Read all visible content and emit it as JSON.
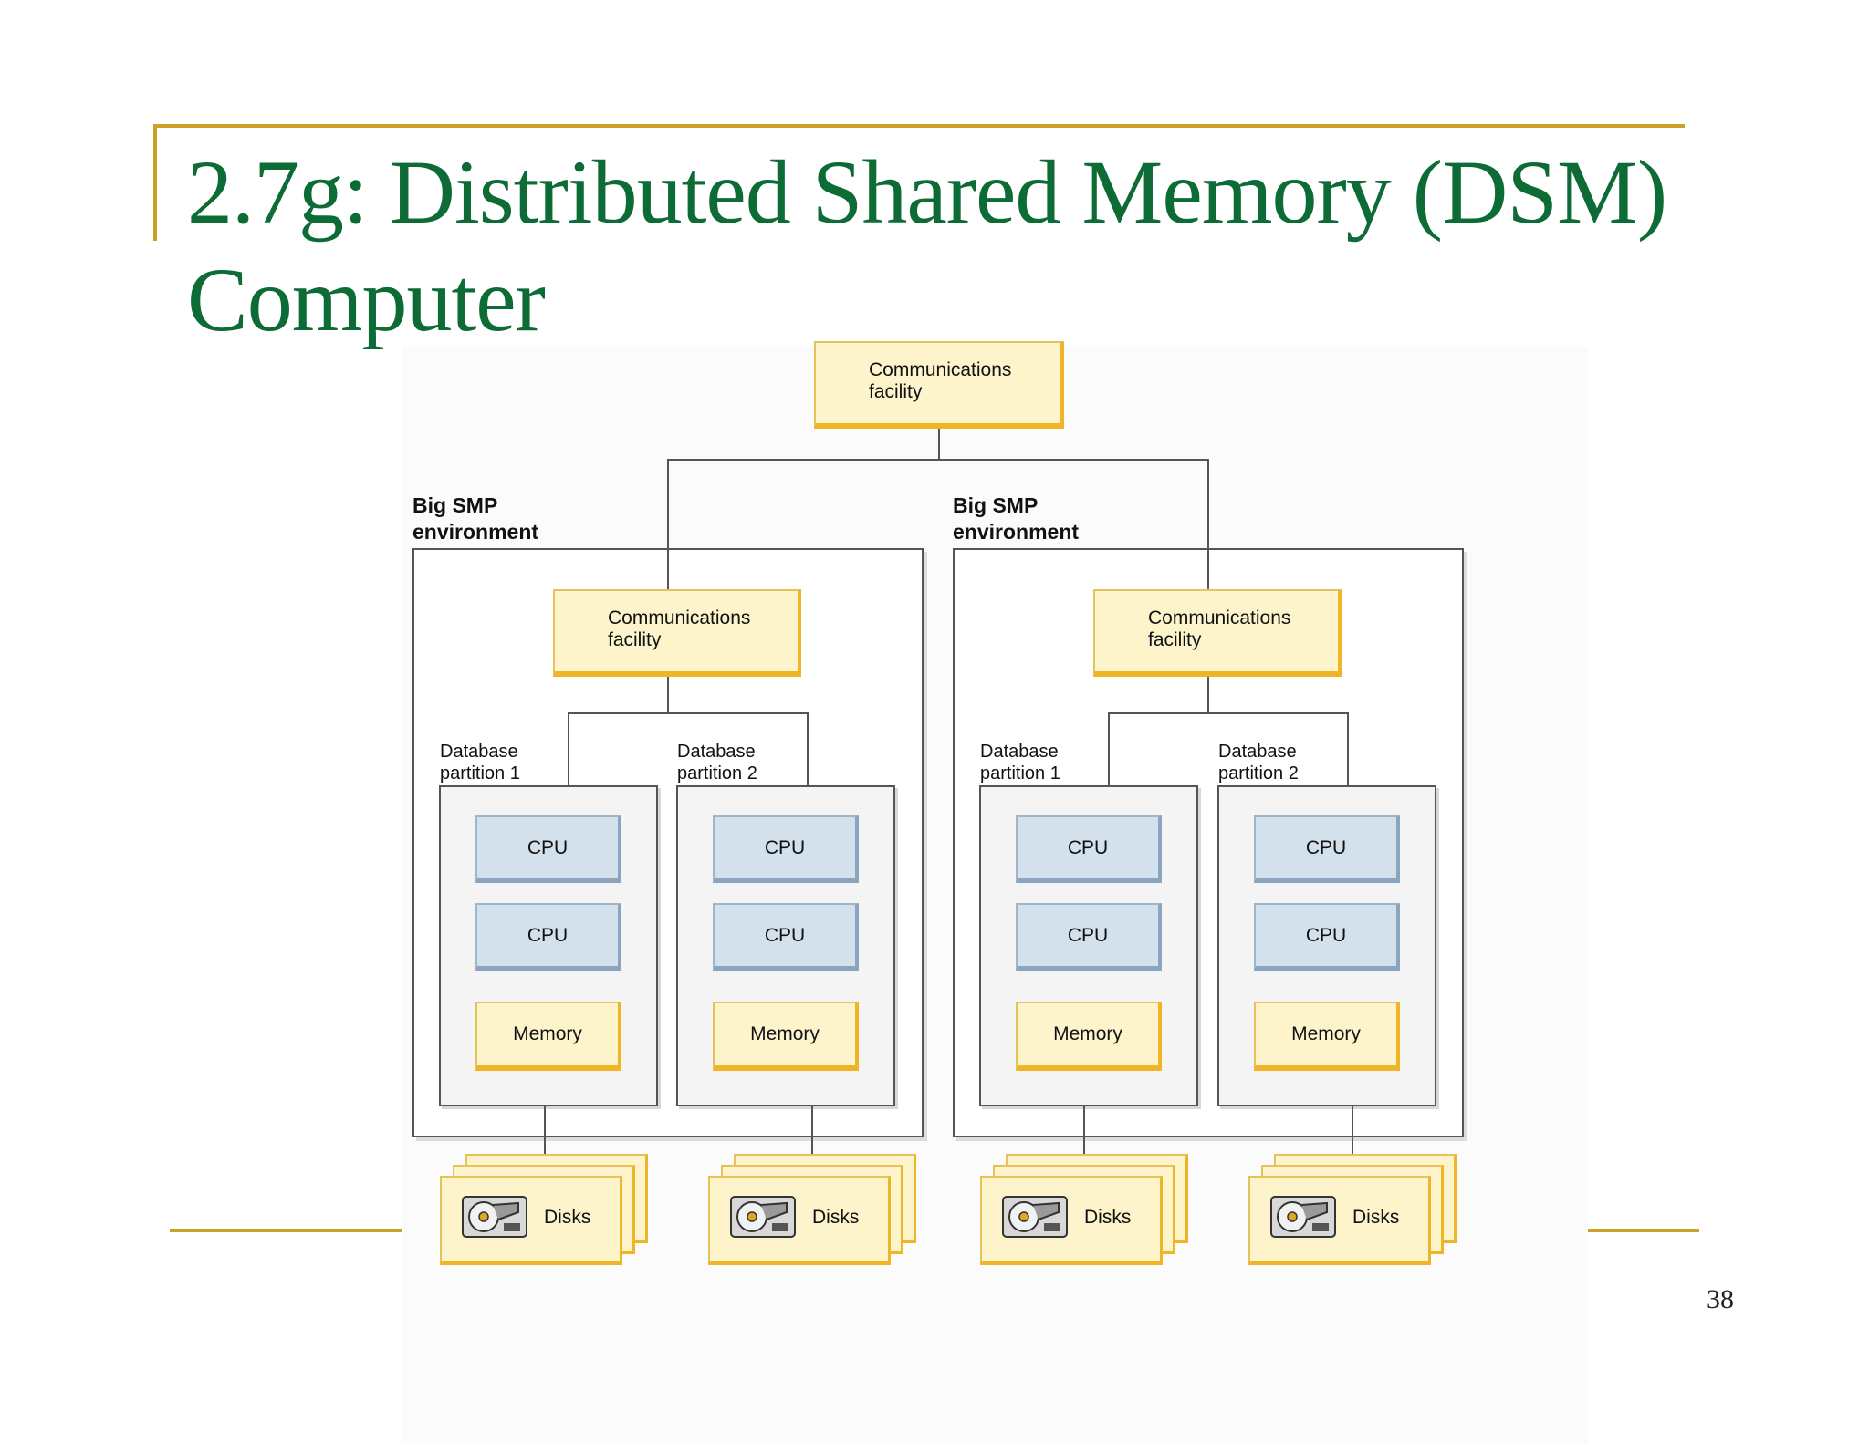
{
  "slide": {
    "title": "2.7g: Distributed Shared Memory (DSM) Computer",
    "page_number": "38",
    "colors": {
      "title": "#0d6b35",
      "accent_rule": "#c9a227",
      "yellow_box": "#fdf4cc",
      "cpu_box": "#d3e1ec"
    }
  },
  "diagram": {
    "top_comm": {
      "line1": "Communications",
      "line2": "facility"
    },
    "environments": [
      {
        "label_line1": "Big SMP",
        "label_line2": "environment",
        "comm": {
          "line1": "Communications",
          "line2": "facility"
        },
        "partitions": [
          {
            "label_line1": "Database",
            "label_line2": "partition 1",
            "cpu1": "CPU",
            "cpu2": "CPU",
            "memory": "Memory",
            "disks": "Disks"
          },
          {
            "label_line1": "Database",
            "label_line2": "partition 2",
            "cpu1": "CPU",
            "cpu2": "CPU",
            "memory": "Memory",
            "disks": "Disks"
          }
        ]
      },
      {
        "label_line1": "Big SMP",
        "label_line2": "environment",
        "comm": {
          "line1": "Communications",
          "line2": "facility"
        },
        "partitions": [
          {
            "label_line1": "Database",
            "label_line2": "partition 1",
            "cpu1": "CPU",
            "cpu2": "CPU",
            "memory": "Memory",
            "disks": "Disks"
          },
          {
            "label_line1": "Database",
            "label_line2": "partition 2",
            "cpu1": "CPU",
            "cpu2": "CPU",
            "memory": "Memory",
            "disks": "Disks"
          }
        ]
      }
    ]
  }
}
